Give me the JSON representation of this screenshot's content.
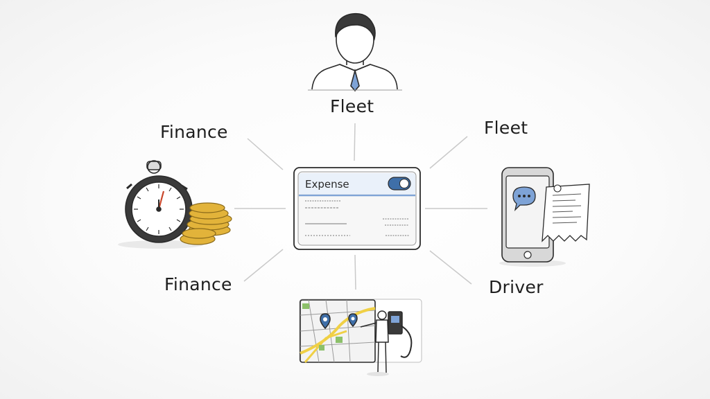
{
  "labels": {
    "top": "Fleet",
    "top_right": "Fleet",
    "top_left": "Finance",
    "bottom_left": "Finance",
    "bottom_right": "Driver"
  },
  "card": {
    "title": "Expense"
  },
  "icons": {
    "top": "business-person-icon",
    "left": "stopwatch-and-coins-icon",
    "right": "phone-with-receipt-icon",
    "bottom": "map-with-driver-at-fuel-pump-icon",
    "center": "expense-card-icon"
  },
  "colors": {
    "toggle_blue": "#3f6fa8",
    "tie_blue": "#7ea3d6",
    "coin_gold": "#e2b33a",
    "map_yellow": "#f0d045",
    "map_green": "#8cc06a"
  }
}
